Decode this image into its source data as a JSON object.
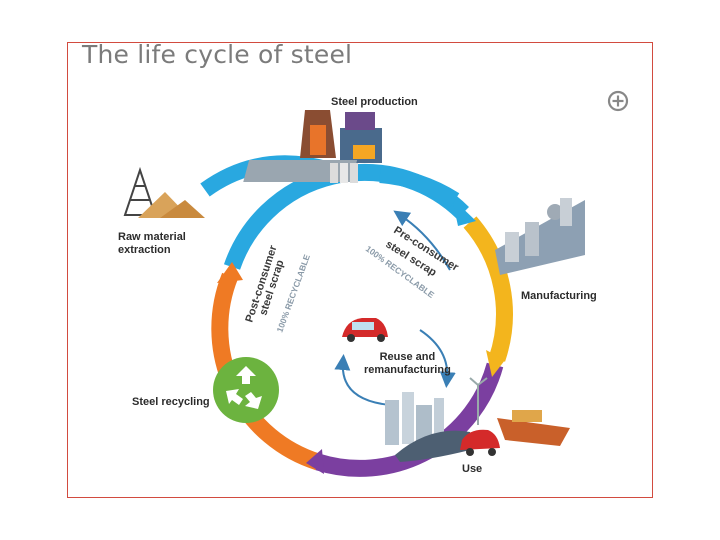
{
  "title": "The life cycle of steel",
  "stages": {
    "steel_production": "Steel production",
    "raw_material": "Raw material\nextraction",
    "manufacturing": "Manufacturing",
    "steel_recycling": "Steel recycling",
    "use": "Use",
    "reuse": "Reuse and\nremanufacturing"
  },
  "arc_labels": {
    "pre_consumer": [
      "Pre-consumer",
      "steel scrap"
    ],
    "pre_consumer_sub": "100% RECYCLABLE",
    "post_consumer": [
      "Post-consumer",
      "steel scrap"
    ],
    "post_consumer_sub": "100% RECYCLABLE"
  },
  "colors": {
    "blue": "#29a8e0",
    "yellow": "#f3b51d",
    "purple": "#7b3fa0",
    "orange": "#ef7a24",
    "green": "#6cb33f",
    "frame": "#d24b3f"
  },
  "icons": [
    "zoom-in-icon",
    "recycle-icon"
  ]
}
